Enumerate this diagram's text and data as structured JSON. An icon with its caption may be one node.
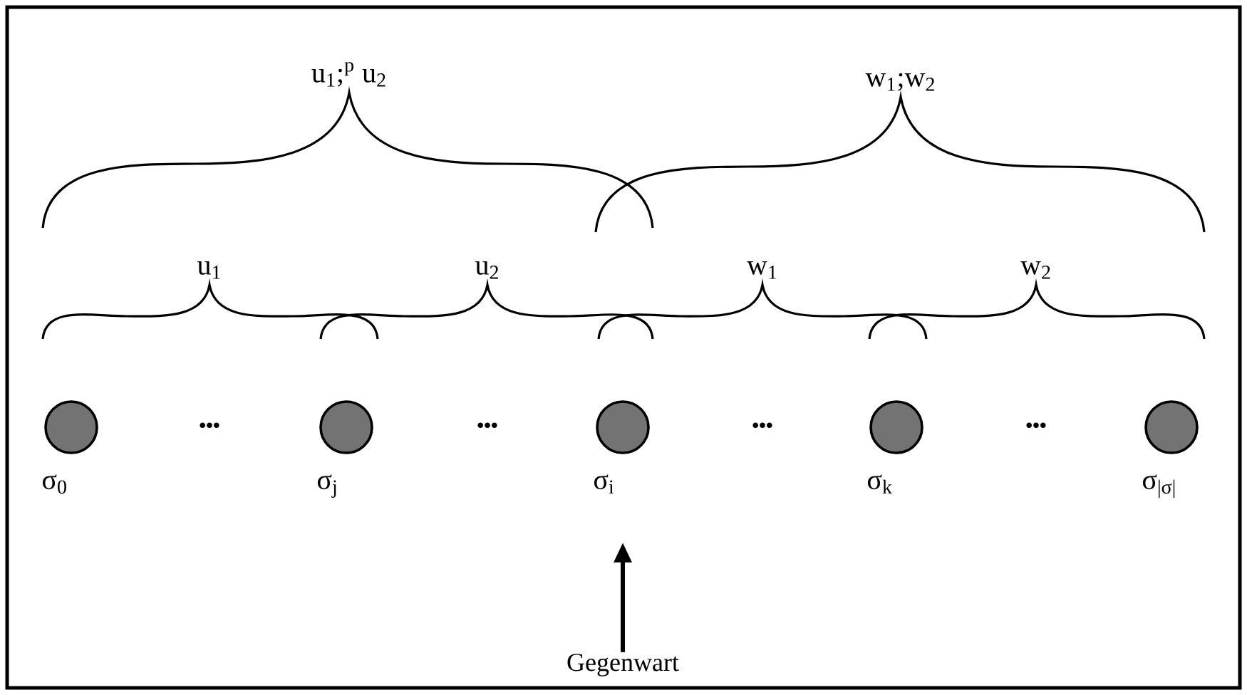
{
  "diagram": {
    "nodes": [
      {
        "text": [],
        "shape": "circle",
        "beside": [
          "σ$_{0}$"
        ]
      },
      {
        "text": [],
        "shape": "circle",
        "beside": [
          "σ$_{j}$"
        ]
      },
      {
        "text": [],
        "shape": "circle",
        "beside": [
          "σ$_{i}$"
        ]
      },
      {
        "text": [],
        "shape": "circle",
        "beside": [
          "σ$_{k}$"
        ]
      },
      {
        "text": [],
        "shape": "circle",
        "beside": [
          "σ$_{|σ|}$"
        ]
      },
      {
        "text": [
          "Gegenwart"
        ]
      }
    ],
    "edges": [
      {
        "from": 5,
        "to": 2,
        "arrow": "to"
      }
    ],
    "labels": [
      "u$_{1}$;$^{p}$ u$_{2}$",
      "w$_{1}$;w$_{2}$",
      "u$_{1}$",
      "u$_{2}$",
      "w$_{1}$",
      "w$_{2}$",
      "•••",
      "•••",
      "•••",
      "•••"
    ]
  }
}
